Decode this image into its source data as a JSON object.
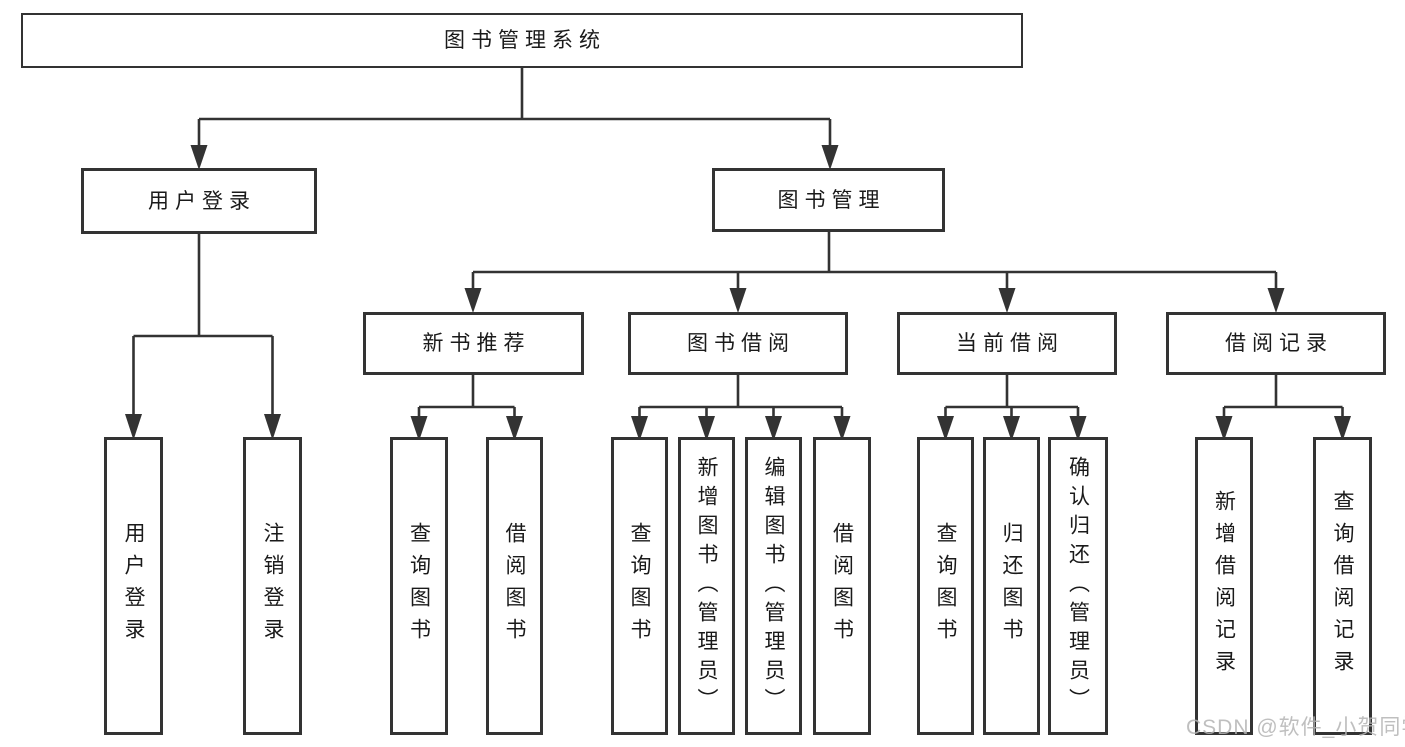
{
  "diagram": {
    "type": "hierarchy-tree",
    "title": "图书管理系统",
    "nodes": {
      "root": {
        "label": "图书管理系统",
        "children": [
          {
            "label": "用户登录",
            "children": [
              {
                "label": "用户登录"
              },
              {
                "label": "注销登录"
              }
            ]
          },
          {
            "label": "图书管理",
            "children": [
              {
                "label": "新书推荐",
                "children": [
                  {
                    "label": "查询图书"
                  },
                  {
                    "label": "借阅图书"
                  }
                ]
              },
              {
                "label": "图书借阅",
                "children": [
                  {
                    "label": "查询图书"
                  },
                  {
                    "label": "新增图书（管理员）"
                  },
                  {
                    "label": "编辑图书（管理员）"
                  },
                  {
                    "label": "借阅图书"
                  }
                ]
              },
              {
                "label": "当前借阅",
                "children": [
                  {
                    "label": "查询图书"
                  },
                  {
                    "label": "归还图书"
                  },
                  {
                    "label": "确认归还（管理员）"
                  }
                ]
              },
              {
                "label": "借阅记录",
                "children": [
                  {
                    "label": "新增借阅记录"
                  },
                  {
                    "label": "查询借阅记录"
                  }
                ]
              }
            ]
          }
        ]
      }
    }
  },
  "watermark": {
    "text": "CSDN @软件_小贺同学"
  },
  "colors": {
    "line": "#333333",
    "box_border": "#333333",
    "box_fill": "#ffffff",
    "text": "#1a1a1a",
    "watermark": "#b5b5b5",
    "background": "#ffffff"
  }
}
